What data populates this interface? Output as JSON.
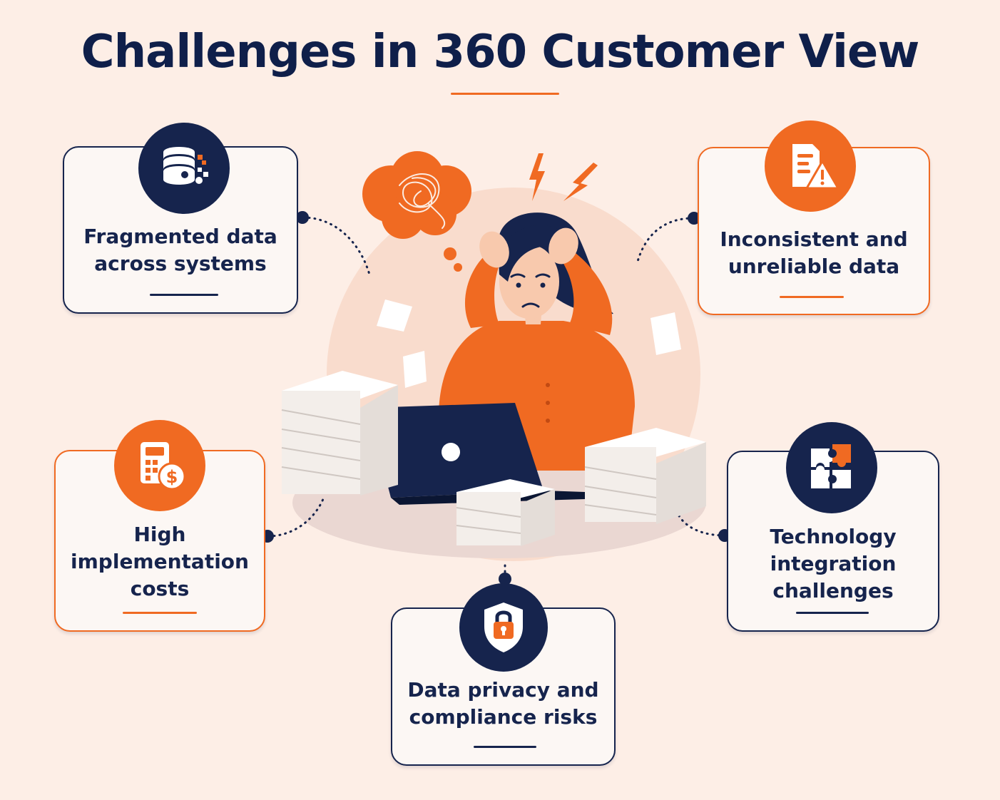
{
  "title": "Challenges in 360 Customer View",
  "challenges": [
    {
      "label": "Fragmented data\nacross systems",
      "icon": "database-icon",
      "theme": "navy"
    },
    {
      "label": "Inconsistent and\nunreliable data",
      "icon": "document-warning-icon",
      "theme": "orange"
    },
    {
      "label": "High\nimplementation\ncosts",
      "icon": "calculator-dollar-icon",
      "theme": "orange"
    },
    {
      "label": "Technology\nintegration\nchallenges",
      "icon": "puzzle-icon",
      "theme": "navy"
    },
    {
      "label": "Data privacy and\ncompliance risks",
      "icon": "shield-lock-icon",
      "theme": "navy"
    }
  ],
  "colors": {
    "navy": "#16244d",
    "orange": "#f06a22",
    "background": "#fdeee6",
    "card": "#fcf7f4"
  }
}
